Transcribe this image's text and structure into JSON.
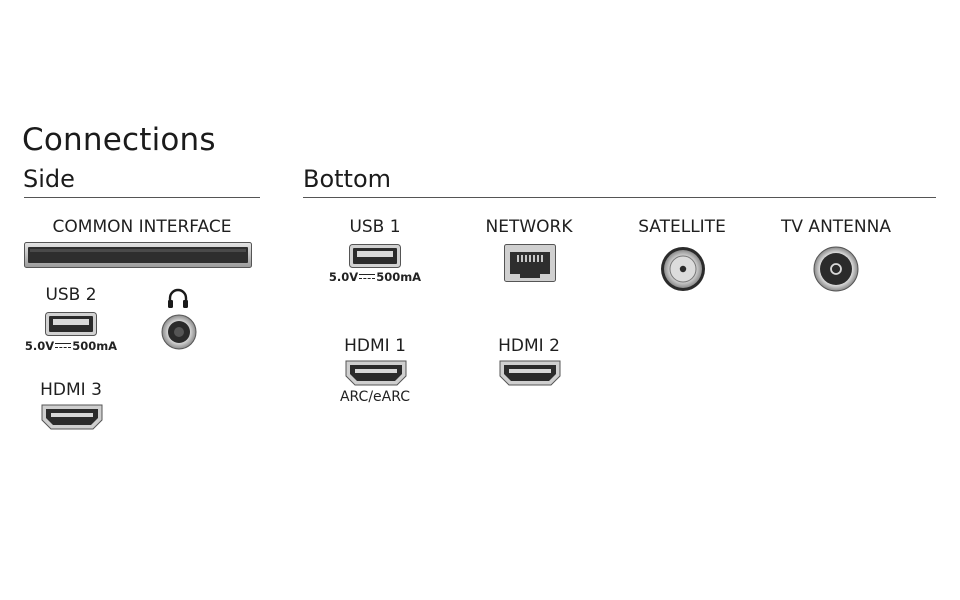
{
  "title": "Connections",
  "sections": {
    "side": {
      "heading": "Side",
      "common_interface": "COMMON INTERFACE",
      "usb2": {
        "label": "USB 2",
        "spec_left": "5.0V",
        "spec_right": "500mA"
      },
      "hdmi3": {
        "label": "HDMI 3"
      }
    },
    "bottom": {
      "heading": "Bottom",
      "usb1": {
        "label": "USB 1",
        "spec_left": "5.0V",
        "spec_right": "500mA"
      },
      "network": {
        "label": "NETWORK"
      },
      "satellite": {
        "label": "SATELLITE"
      },
      "tv_antenna": {
        "label": "TV ANTENNA"
      },
      "hdmi1": {
        "label": "HDMI 1",
        "note": "ARC/eARC"
      },
      "hdmi2": {
        "label": "HDMI 2"
      }
    }
  },
  "icons": {
    "headphone": "headphones-icon",
    "usb": "usb-port-icon",
    "hdmi": "hdmi-port-icon",
    "network": "ethernet-port-icon",
    "satellite": "f-connector-icon",
    "antenna": "coax-connector-icon",
    "ci_slot": "ci-slot-icon",
    "audio_jack": "audio-jack-icon"
  },
  "colors": {
    "port_dark": "#2b2b2b",
    "port_metal": "#c9c9c9",
    "text": "#1a1a1a"
  }
}
